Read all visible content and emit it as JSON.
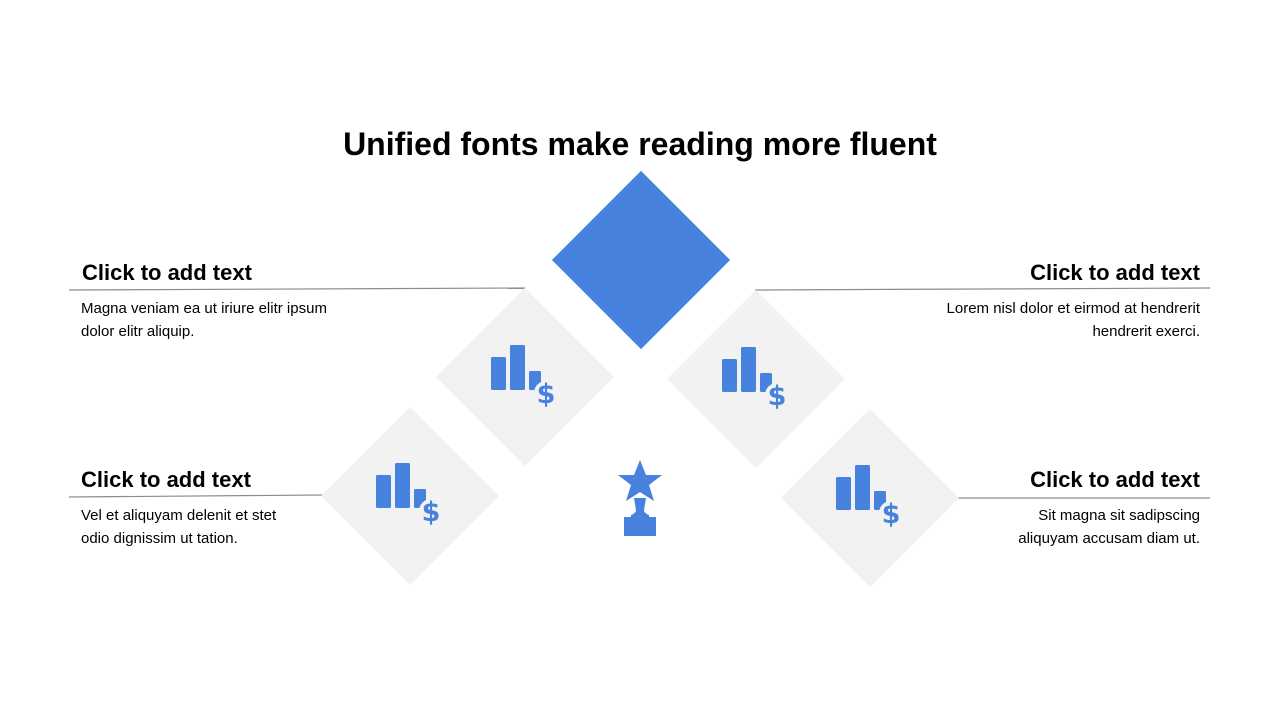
{
  "colors": {
    "accent": "#4682DE",
    "tile": "#F2F2F2",
    "line": "#8C8C8C",
    "text": "#000000"
  },
  "title": "Unified fonts make reading more fluent",
  "center": {
    "top_shape": "blue-diamond",
    "bottom_icon": "trophy-star-icon"
  },
  "items": [
    {
      "heading": "Click to add text",
      "body_line1": "Magna veniam ea ut iriure elitr ipsum",
      "body_line2": "dolor elitr aliquip.",
      "icon": "bar-chart-dollar-icon"
    },
    {
      "heading": "Click to add text",
      "body_line1": "Lorem nisl dolor et eirmod at hendrerit",
      "body_line2": "hendrerit exerci.",
      "icon": "bar-chart-dollar-icon"
    },
    {
      "heading": "Click to add text",
      "body_line1": "Vel et aliquyam delenit et stet",
      "body_line2": "odio dignissim ut tation.",
      "icon": "bar-chart-dollar-icon"
    },
    {
      "heading": "Click to add text",
      "body_line1": "Sit magna sit sadipscing",
      "body_line2": "aliquyam accusam diam ut.",
      "icon": "bar-chart-dollar-icon"
    }
  ]
}
